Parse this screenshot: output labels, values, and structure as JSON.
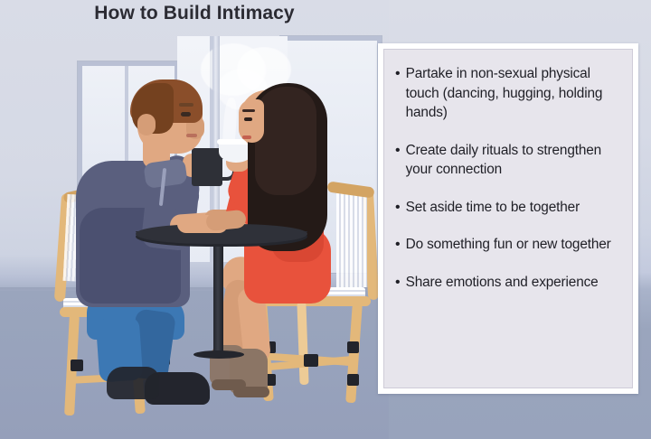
{
  "header": {
    "title": "How to Build Intimacy"
  },
  "illustration": {
    "name": "couple-at-cafe-table-illustration",
    "alt": "Illustration of a man and woman sitting across a small round cafe table on rattan bistro chairs, holding hands and holding warm drinks",
    "figures": [
      {
        "name": "man",
        "hair_color": "#8a4e2a",
        "top": "blue-purple quarter-zip sweater",
        "top_color": "#5a5f7e",
        "bottom": "blue jeans",
        "bottom_color": "#3c78b4",
        "shoes": "dark navy shoes",
        "shoes_color": "#23252d",
        "holding": "dark coffee mug"
      },
      {
        "name": "woman",
        "hair_color": "#241a17",
        "top": "coral red dress",
        "top_color": "#e8523c",
        "shoes": "taupe heeled ankle boots",
        "shoes_color": "#8b7565",
        "holding": "white teacup"
      }
    ],
    "furniture": {
      "table": "round black pedestal cafe table",
      "table_color": "#2f3139",
      "chairs": "rattan bistro chairs with white woven seats",
      "chair_color": "#e3b87a"
    },
    "background": {
      "wall_color": "#d6dae6",
      "floor_color": "#9aa5bd",
      "window": "pale window panel",
      "steam": "steam rising from the cups"
    }
  },
  "panel": {
    "name": "tips-panel",
    "background_color": "#e7e5ec",
    "border_color": "#ffffff",
    "bullet_glyph": "•",
    "bullets": [
      "Partake in non-sexual physical touch (dancing, hugging, holding hands)",
      "Create daily rituals to strengthen your connection",
      "Set aside time to be together",
      "Do something fun or new together",
      "Share emotions and experience"
    ]
  }
}
